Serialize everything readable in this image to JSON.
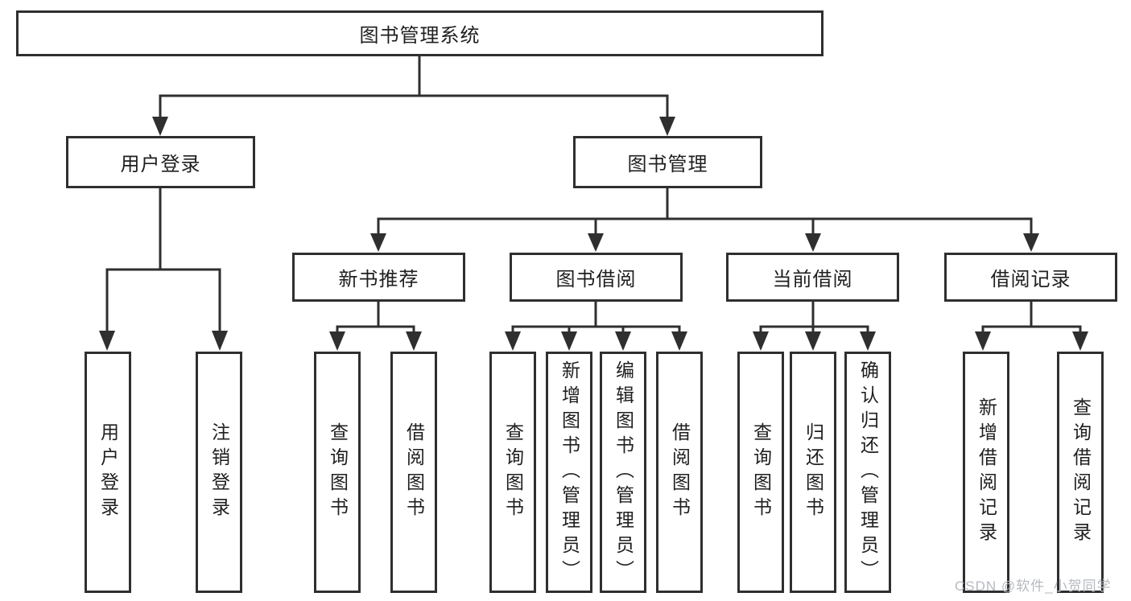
{
  "nodes": {
    "root": "图书管理系统",
    "user_login": "用户登录",
    "book_management": "图书管理",
    "new_book_recommend": "新书推荐",
    "book_borrowing": "图书借阅",
    "current_borrowing": "当前借阅",
    "borrowing_records": "借阅记录",
    "leaf_user_login": "用户登录",
    "leaf_logout": "注销登录",
    "leaf_nb_query_books": "查询图书",
    "leaf_nb_borrow_books": "借阅图书",
    "leaf_bb_query_books": "查询图书",
    "leaf_bb_add_books": "新增图书（管理员）",
    "leaf_bb_edit_books": "编辑图书（管理员）",
    "leaf_bb_borrow_books": "借阅图书",
    "leaf_cb_query_books": "查询图书",
    "leaf_cb_return_books": "归还图书",
    "leaf_cb_confirm_return": "确认归还（管理员）",
    "leaf_br_add_record": "新增借阅记录",
    "leaf_br_query_record": "查询借阅记录"
  },
  "watermark": "CSDN @软件_小贺同学",
  "colors": {
    "line": "#2f2f2f",
    "text": "#1f1f1f",
    "watermark": "#b5b9bf",
    "background": "#ffffff"
  }
}
